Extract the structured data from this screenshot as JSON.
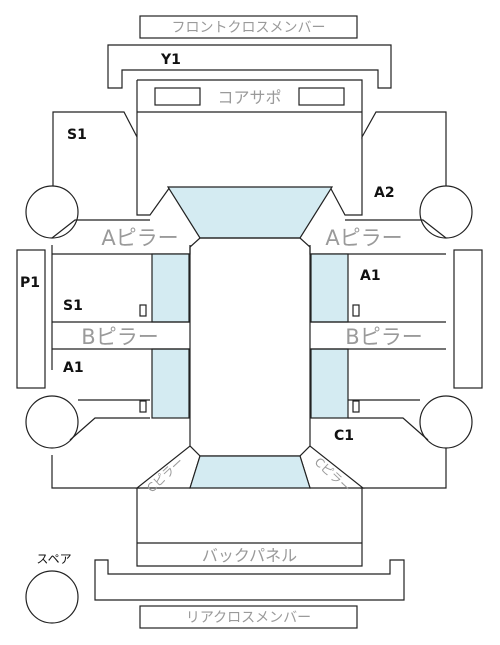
{
  "labels": {
    "front_cross_member": "フロントクロスメンバー",
    "rear_cross_member": "リアクロスメンバー",
    "core_support": "コアサポ",
    "a_pillar": "Aピラー",
    "b_pillar": "Bピラー",
    "c_pillar": "ピラー",
    "c_pillar_letter": "C",
    "back_panel": "バックパネル",
    "spare": "スペア"
  },
  "codes": {
    "y1": "Y1",
    "s1_front_left": "S1",
    "a2": "A2",
    "p1": "P1",
    "s1_door_left": "S1",
    "a1_left": "A1",
    "a1_right": "A1",
    "c1": "C1"
  },
  "colors": {
    "glass": "#d4ebf2",
    "line": "#222222",
    "label_gray": "#9a9a9a"
  }
}
